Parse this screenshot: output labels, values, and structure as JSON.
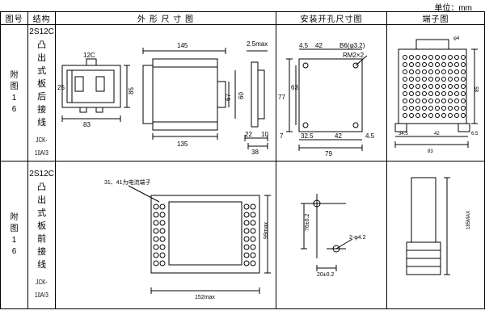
{
  "unit_label": "单位：mm",
  "headers": {
    "col1": "图号",
    "col2": "结构",
    "col3": "外 形 尺 寸 图",
    "col4": "安装开孔尺寸图",
    "col5": "端子图"
  },
  "rows": [
    {
      "fig_chars": [
        "附",
        "图",
        "1",
        "6"
      ],
      "struct_code": "2S12C",
      "struct_chars": [
        "凸",
        "出",
        "式",
        "板",
        "后",
        "接",
        "线"
      ],
      "model": "JCK-10A/3",
      "outline": {
        "d12c": "12C",
        "d25": "25",
        "d83": "83",
        "d85": "85",
        "d145": "145",
        "d135": "135",
        "d67": "67",
        "d60": "60",
        "d25max": "2.5max",
        "d22": "22",
        "d10": "10",
        "d38": "38"
      },
      "mount": {
        "d45a": "4.5",
        "d42a": "42",
        "hole": "B6(φ3.2)",
        "rm": "RM2×2",
        "d77": "77",
        "d63": "63",
        "d7": "7",
        "d325": "32.5",
        "d42b": "42",
        "d45b": "4.5",
        "d79": "79"
      },
      "term": {
        "phi4": "φ4",
        "d345": "34.5",
        "d42": "42",
        "d83": "83",
        "d65": "6.5",
        "d85": "85"
      }
    },
    {
      "fig_chars": [
        "附",
        "图",
        "1",
        "6"
      ],
      "struct_code": "2S12C",
      "struct_chars": [
        "凸",
        "出",
        "式",
        "板",
        "前",
        "接",
        "线"
      ],
      "model": "JCK-10A/3",
      "outline": {
        "note": "31、41为电流端子",
        "d152": "152max",
        "d99": "99max"
      },
      "mount": {
        "d76": "76±0.2",
        "d20": "20±0.2",
        "hole": "2-φ4.2"
      },
      "term": {
        "d185": "185MAX"
      }
    }
  ]
}
